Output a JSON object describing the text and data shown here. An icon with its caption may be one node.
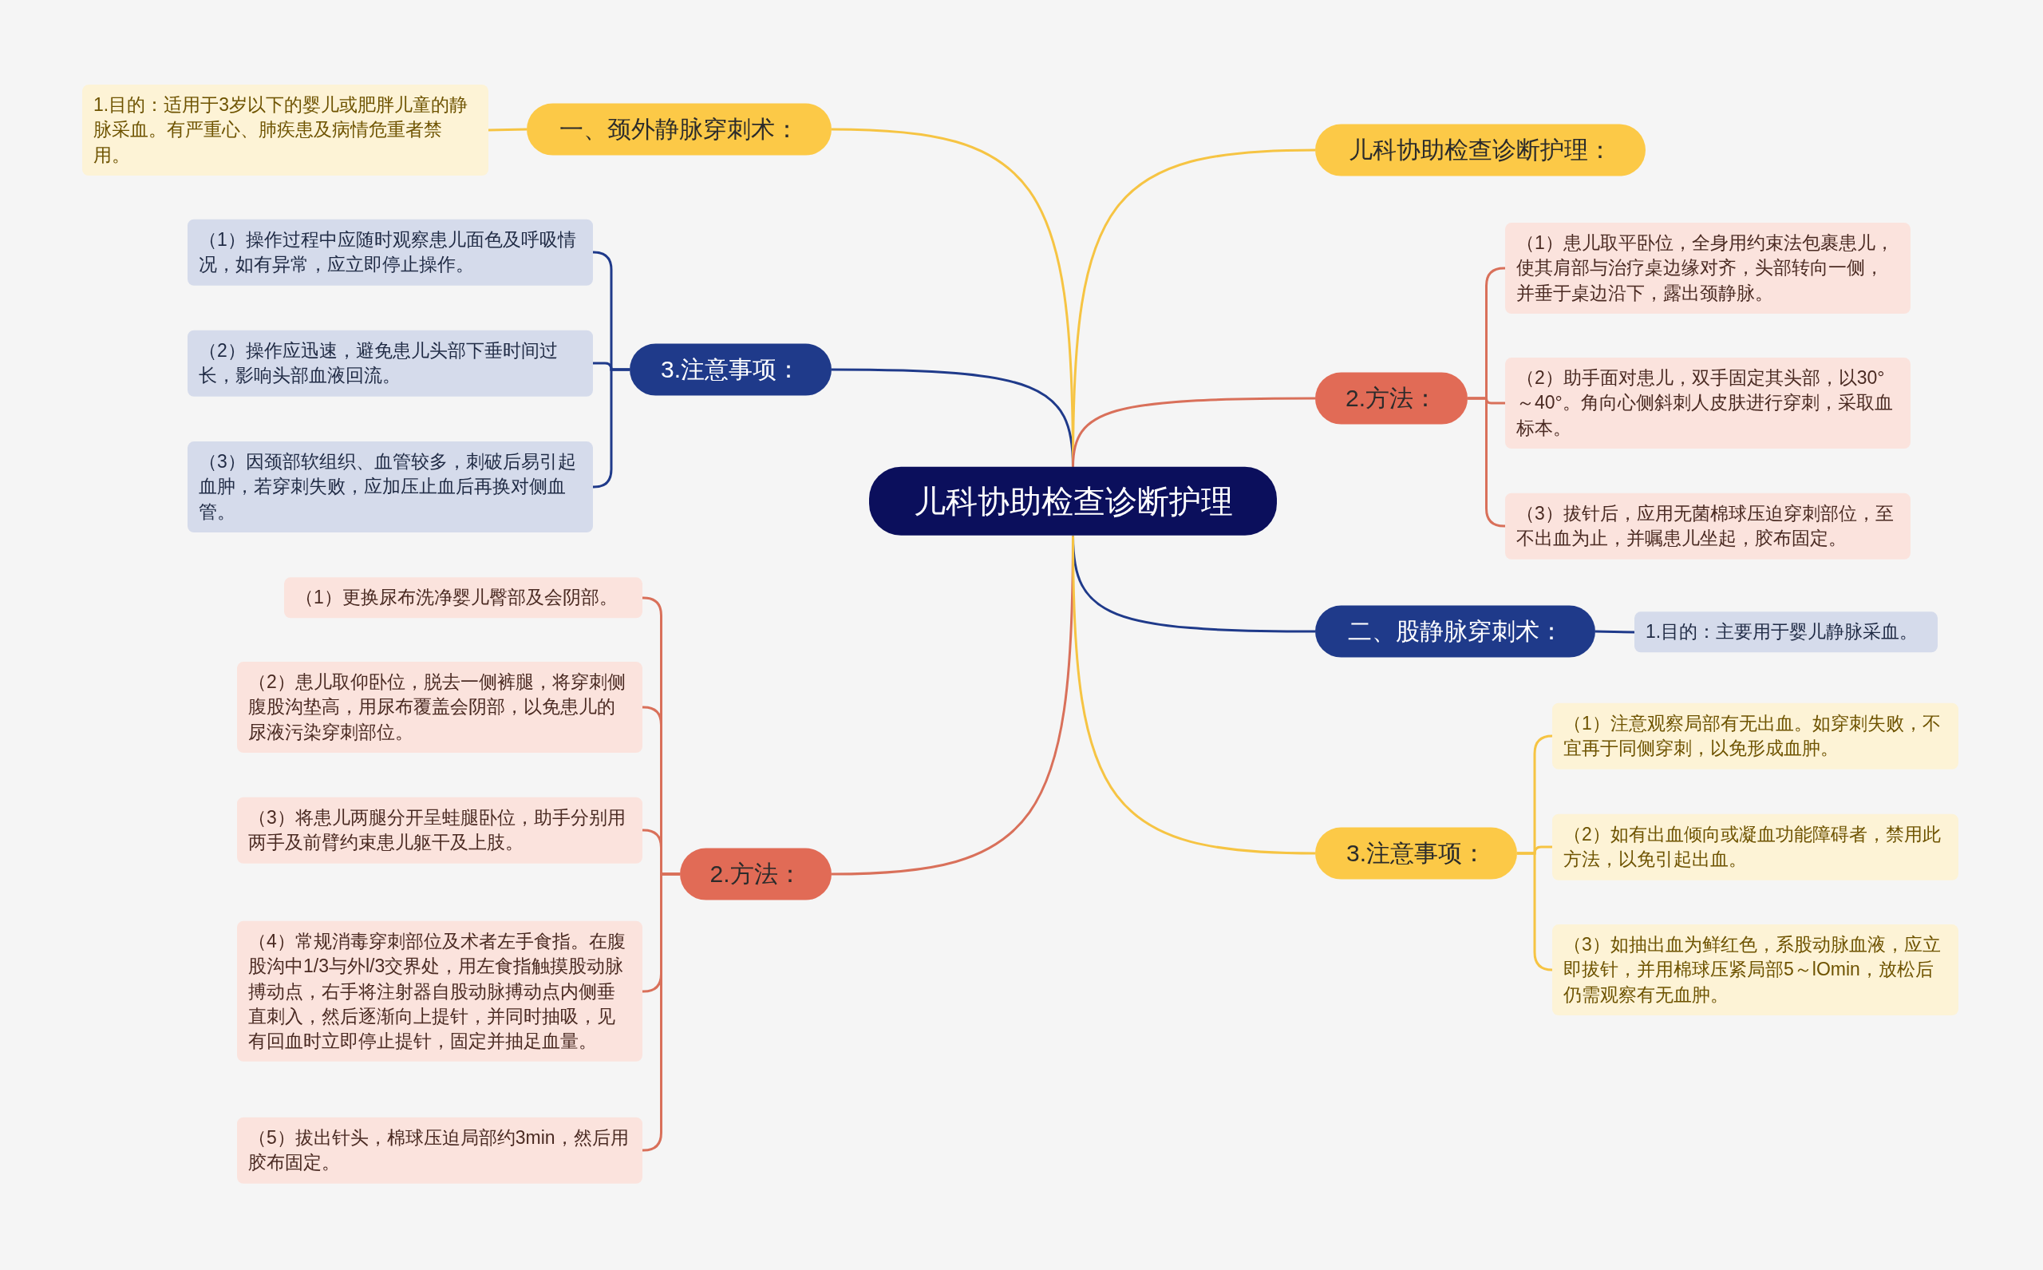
{
  "diagram": {
    "nodes": [
      {
        "text": [
          "儿科协助检查诊断护理"
        ]
      },
      {
        "text": [
          "一、颈外静脉穿刺术："
        ]
      },
      {
        "text": [
          "1.目的：适用于3岁以下的婴儿或肥胖儿童的静脉采血。有严重心、肺疾患及病情危重者禁用。"
        ]
      },
      {
        "text": [
          "3.注意事项："
        ]
      },
      {
        "text": [
          "（1）操作过程中应随时观察患儿面色及呼吸情况，如有异常，应立即停止操作。"
        ]
      },
      {
        "text": [
          "（2）操作应迅速，避免患儿头部下垂时间过长，影响头部血液回流。"
        ]
      },
      {
        "text": [
          "（3）因颈部软组织、血管较多，刺破后易引起血肿，若穿刺失败，应加压止血后再换对侧血管。"
        ]
      },
      {
        "text": [
          "2.方法："
        ]
      },
      {
        "text": [
          "（1）更换尿布洗净婴儿臀部及会阴部。"
        ]
      },
      {
        "text": [
          "（2）患儿取仰卧位，脱去一侧裤腿，将穿刺侧腹股沟垫高，用尿布覆盖会阴部，以免患儿的尿液污染穿刺部位。"
        ]
      },
      {
        "text": [
          "（3）将患儿两腿分开呈蛙腿卧位，助手分别用两手及前臂约束患儿躯干及上肢。"
        ]
      },
      {
        "text": [
          "（4）常规消毒穿刺部位及术者左手食指。在腹股沟中1/3与外l/3交界处，用左食指触摸股动脉搏动点，右手将注射器自股动脉搏动点内侧垂直刺入，然后逐渐向上提针，并同时抽吸，见有回血时立即停止提针，固定并抽足血量。"
        ]
      },
      {
        "text": [
          "（5）拔出针头，棉球压迫局部约3min，然后用胶布固定。"
        ]
      },
      {
        "text": [
          "儿科协助检查诊断护理："
        ]
      },
      {
        "text": [
          "2.方法："
        ]
      },
      {
        "text": [
          "（1）患儿取平卧位，全身用约束法包裹患儿，使其肩部与治疗桌边缘对齐，头部转向一侧，并垂于桌边沿下，露出颈静脉。"
        ]
      },
      {
        "text": [
          "（2）助手面对患儿，双手固定其头部，以30°～40°。角向心侧斜刺人皮肤进行穿刺，采取血标本。"
        ]
      },
      {
        "text": [
          "（3）拔针后，应用无菌棉球压迫穿刺部位，至不出血为止，并嘱患儿坐起，胶布固定。"
        ]
      },
      {
        "text": [
          "二、股静脉穿刺术："
        ]
      },
      {
        "text": [
          "1.目的：主要用于婴儿静脉采血。"
        ]
      },
      {
        "text": [
          "3.注意事项："
        ]
      },
      {
        "text": [
          "（1）注意观察局部有无出血。如穿刺失败，不宜再于同侧穿刺，以免形成血肿。"
        ]
      },
      {
        "text": [
          "（2）如有出血倾向或凝血功能障碍者，禁用此方法，以免引起出血。"
        ]
      },
      {
        "text": [
          "（3）如抽出血为鲜红色，系股动脉血液，应立即拔针，并用棉球压紧局部5～lOmin，放松后仍需观察有无血肿。"
        ]
      }
    ],
    "edges": [
      {
        "from": 0,
        "to": 1,
        "arrow": "none",
        "color": "#f6c443"
      },
      {
        "from": 1,
        "to": 2,
        "arrow": "none",
        "color": "#f6c443"
      },
      {
        "from": 0,
        "to": 3,
        "arrow": "none",
        "color": "#1f3a8a"
      },
      {
        "from": 3,
        "to": 4,
        "arrow": "none",
        "color": "#1f3a8a"
      },
      {
        "from": 3,
        "to": 5,
        "arrow": "none",
        "color": "#1f3a8a"
      },
      {
        "from": 3,
        "to": 6,
        "arrow": "none",
        "color": "#1f3a8a"
      },
      {
        "from": 0,
        "to": 7,
        "arrow": "none",
        "color": "#d9705a"
      },
      {
        "from": 7,
        "to": 8,
        "arrow": "none",
        "color": "#d9705a"
      },
      {
        "from": 7,
        "to": 9,
        "arrow": "none",
        "color": "#d9705a"
      },
      {
        "from": 7,
        "to": 10,
        "arrow": "none",
        "color": "#d9705a"
      },
      {
        "from": 7,
        "to": 11,
        "arrow": "none",
        "color": "#d9705a"
      },
      {
        "from": 7,
        "to": 12,
        "arrow": "none",
        "color": "#d9705a"
      },
      {
        "from": 0,
        "to": 13,
        "arrow": "none",
        "color": "#f6c443"
      },
      {
        "from": 0,
        "to": 14,
        "arrow": "none",
        "color": "#d9705a"
      },
      {
        "from": 14,
        "to": 15,
        "arrow": "none",
        "color": "#d9705a"
      },
      {
        "from": 14,
        "to": 16,
        "arrow": "none",
        "color": "#d9705a"
      },
      {
        "from": 14,
        "to": 17,
        "arrow": "none",
        "color": "#d9705a"
      },
      {
        "from": 0,
        "to": 18,
        "arrow": "none",
        "color": "#1f3a8a"
      },
      {
        "from": 18,
        "to": 19,
        "arrow": "none",
        "color": "#1f3a8a"
      },
      {
        "from": 0,
        "to": 20,
        "arrow": "none",
        "color": "#f6c443"
      },
      {
        "from": 20,
        "to": 21,
        "arrow": "none",
        "color": "#f6c443"
      },
      {
        "from": 20,
        "to": 22,
        "arrow": "none",
        "color": "#f6c443"
      },
      {
        "from": 20,
        "to": 23,
        "arrow": "none",
        "color": "#f6c443"
      }
    ]
  }
}
